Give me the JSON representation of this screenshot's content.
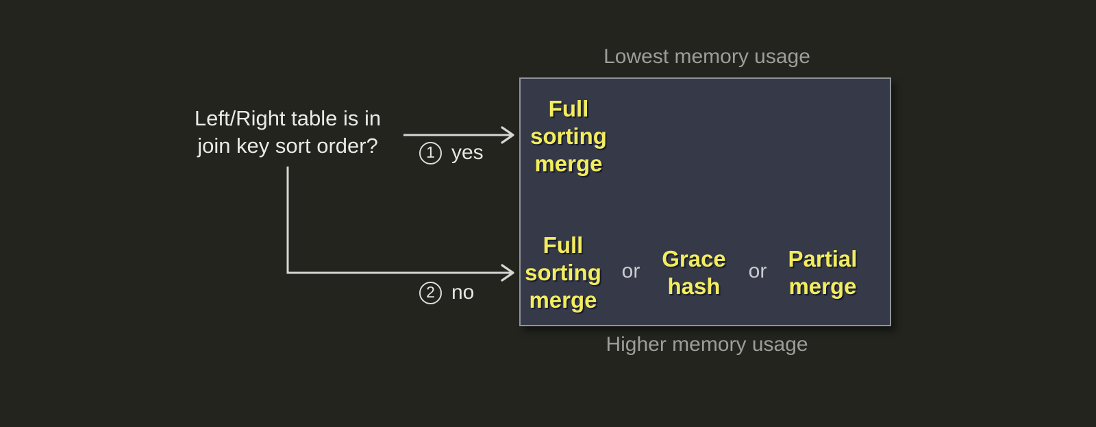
{
  "colors": {
    "background": "#23241e",
    "box_fill": "#353948",
    "box_border": "#8f939c",
    "algorithm_text": "#f3ed5e",
    "memory_label_text": "#9d9d9b",
    "question_text": "#e9e9e7",
    "arrow": "#d6d6d4"
  },
  "question": {
    "lines": [
      "Left/Right table is in",
      "join key sort order?"
    ]
  },
  "branches": {
    "yes": {
      "number": "1",
      "label": "yes"
    },
    "no": {
      "number": "2",
      "label": "no"
    }
  },
  "memory_labels": {
    "top": "Lowest memory usage",
    "bottom": "Higher memory usage"
  },
  "algorithm_box": {
    "sorted_row": {
      "full_sorting_merge_lines": [
        "Full",
        "sorting",
        "merge"
      ]
    },
    "unsorted_row": {
      "full_sorting_merge_lines": [
        "Full",
        "sorting",
        "merge"
      ],
      "or_first": "or",
      "grace_hash_lines": [
        "Grace",
        "hash"
      ],
      "or_second": "or",
      "partial_merge_lines": [
        "Partial",
        "merge"
      ]
    }
  }
}
